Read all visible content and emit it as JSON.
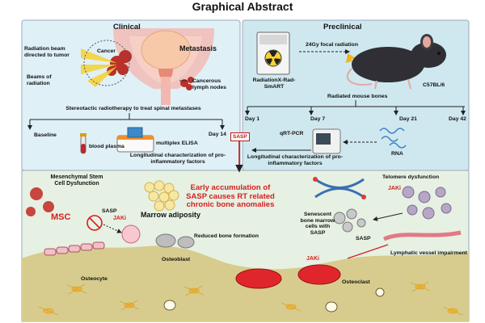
{
  "title": "Graphical Abstract",
  "panels": {
    "clinical": {
      "header": "Clinical",
      "radiation_beam_label": "Radiation beam directed to tumor",
      "cancer_label": "Cancer",
      "metastasis_label": "Metastasis",
      "beams_label": "Beams of radiation",
      "lymph_label": "Cancerous lymph nodes",
      "caption": "Stereotactic radiotherapy to treat spinal metastases",
      "baseline": "Baseline",
      "blood_plasma": "blood plasma",
      "elisa": "multiplex ELISA",
      "day14": "Day 14",
      "longitudinal": "Longitudinal characterization of pro-inflammatory factors"
    },
    "preclinical": {
      "header": "Preclinical",
      "device_label": "RadiationX-Rad-SmART",
      "focal": "24Gy focal radiation",
      "mouse": "C57BL/6",
      "bones": "Radiated mouse bones",
      "days": [
        "Day 1",
        "Day 7",
        "Day 21",
        "Day 42"
      ],
      "qrtpcr": "qRT-PCR",
      "rna": "RNA",
      "longitudinal": "Longitudinal characterization of pro-inflammatory factors"
    },
    "sasp_badge": "SASP"
  },
  "bottom": {
    "msc_dysfunction": "Mesenchymal Stem Cell Dysfunction",
    "msc": "MSC",
    "sasp": "SASP",
    "jaki": "JAKi",
    "marrow": "Marrow adiposity",
    "reduced": "Reduced bone formation",
    "osteoblast": "Osteoblast",
    "osteocyte": "Osteocyte",
    "osteoclast": "Osteoclast",
    "headline": "Early accumulation of SASP causes RT related chronic bone anomalies",
    "telomere": "Telomere dysfunction",
    "senescent": "Senescent bone marrow cells with SASP",
    "lymphatic": "Lymphatic vessel impairment"
  },
  "colors": {
    "clinical_bg": "#dff0f7",
    "preclinical_bg": "#cfe8ef",
    "bottom_bg": "#e6f1e3",
    "accent_red": "#d31f1f",
    "bone": "#d7cc8e"
  }
}
